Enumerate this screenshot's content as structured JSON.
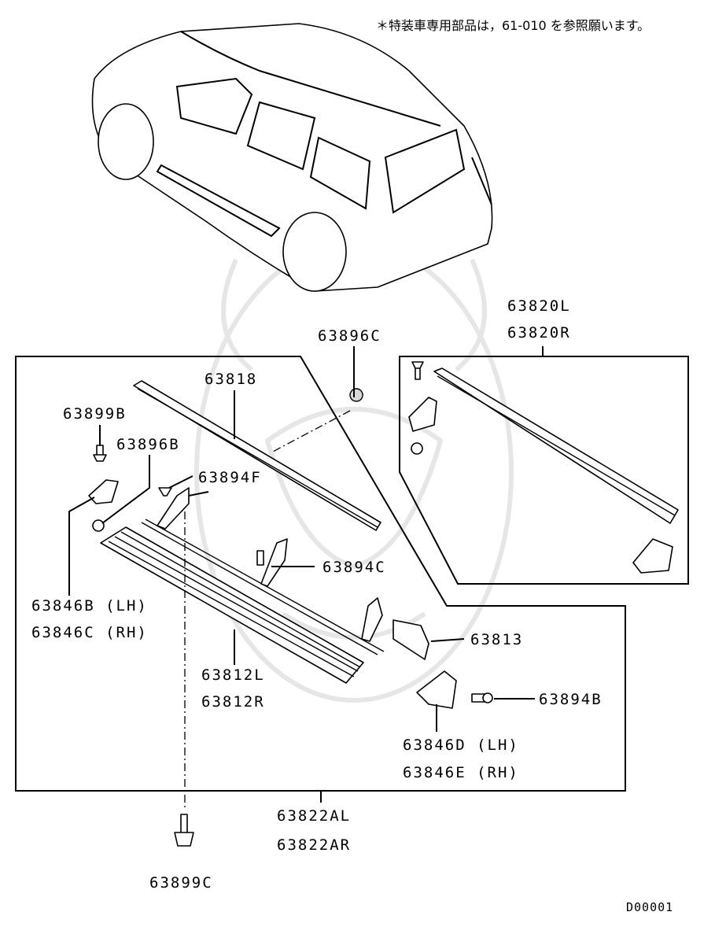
{
  "header_note": "＊特装車専用部品は，61-010 を参照願います。",
  "footer_code": "D00001",
  "part_labels": {
    "p63896C": "63896C",
    "p63818": "63818",
    "p63899B": "63899B",
    "p63896B": "63896B",
    "p63894F": "63894F",
    "p63894C": "63894C",
    "p63846B": "63846B (LH)",
    "p63846C": "63846C (RH)",
    "p63812L": "63812L",
    "p63812R": "63812R",
    "p63813": "63813",
    "p63894B": "63894B",
    "p63846D": "63846D (LH)",
    "p63846E": "63846E (RH)",
    "p63822AL": "63822AL",
    "p63822AR": "63822AR",
    "p63899C": "63899C",
    "p63820L": "63820L",
    "p63820R": "63820R"
  }
}
